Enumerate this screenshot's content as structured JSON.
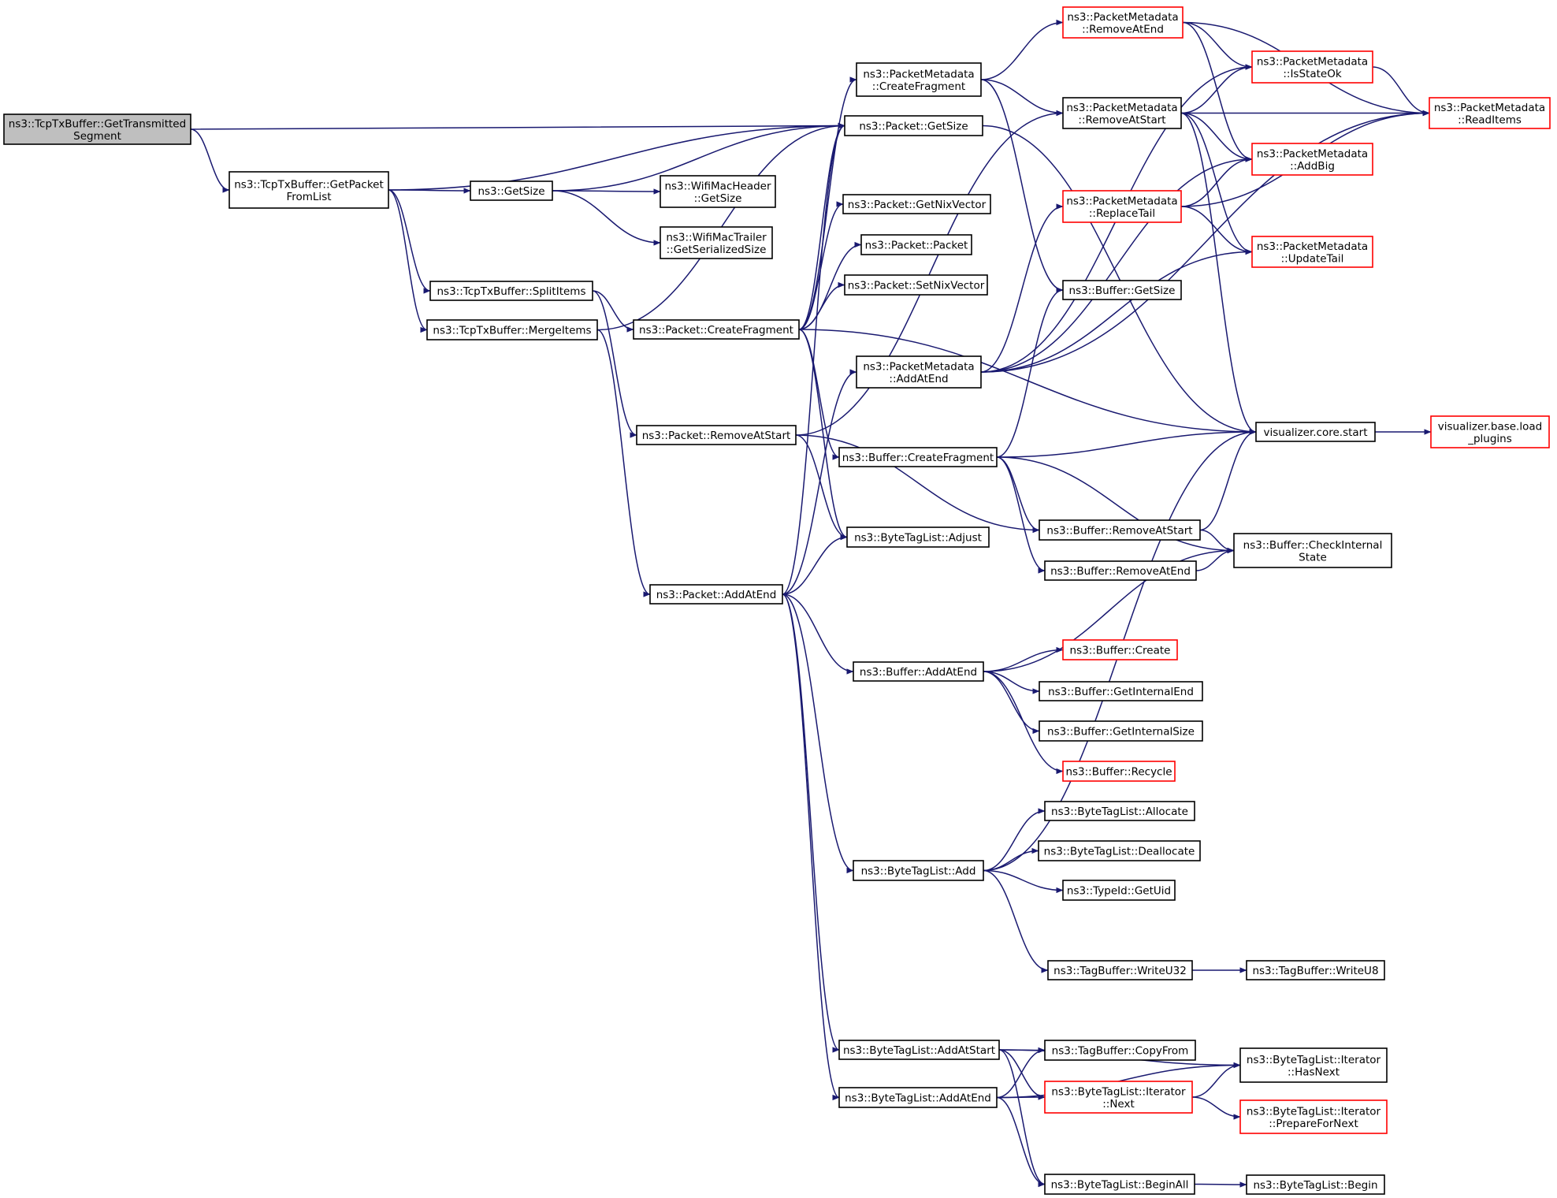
{
  "colors": {
    "edge": "#191970",
    "border_normal": "#000000",
    "border_truncated": "#ff0000",
    "root_fill": "#bfbfbf"
  },
  "nodes": [
    {
      "id": "n0",
      "lines": [
        "ns3::TcpTxBuffer::GetTransmitted",
        "Segment"
      ],
      "style": "root"
    },
    {
      "id": "n1",
      "lines": [
        "ns3::TcpTxBuffer::GetPacket",
        "FromList"
      ],
      "style": "normal"
    },
    {
      "id": "n2",
      "lines": [
        "ns3::Packet::GetSize"
      ],
      "style": "normal"
    },
    {
      "id": "n3",
      "lines": [
        "ns3::GetSize"
      ],
      "style": "normal"
    },
    {
      "id": "n4",
      "lines": [
        "ns3::WifiMacHeader",
        "::GetSize"
      ],
      "style": "normal"
    },
    {
      "id": "n5",
      "lines": [
        "ns3::WifiMacTrailer",
        "::GetSerializedSize"
      ],
      "style": "normal"
    },
    {
      "id": "n6",
      "lines": [
        "ns3::TcpTxBuffer::SplitItems"
      ],
      "style": "normal"
    },
    {
      "id": "n7",
      "lines": [
        "ns3::TcpTxBuffer::MergeItems"
      ],
      "style": "normal"
    },
    {
      "id": "n8",
      "lines": [
        "ns3::Packet::CreateFragment"
      ],
      "style": "normal"
    },
    {
      "id": "n9",
      "lines": [
        "ns3::Packet::RemoveAtStart"
      ],
      "style": "normal"
    },
    {
      "id": "n10",
      "lines": [
        "ns3::Packet::AddAtEnd"
      ],
      "style": "normal"
    },
    {
      "id": "n11",
      "lines": [
        "ns3::PacketMetadata",
        "::CreateFragment"
      ],
      "style": "normal"
    },
    {
      "id": "n12",
      "lines": [
        "ns3::Packet::GetNixVector"
      ],
      "style": "normal"
    },
    {
      "id": "n13",
      "lines": [
        "ns3::Packet::Packet"
      ],
      "style": "normal"
    },
    {
      "id": "n14",
      "lines": [
        "ns3::Packet::SetNixVector"
      ],
      "style": "normal"
    },
    {
      "id": "n15",
      "lines": [
        "ns3::PacketMetadata",
        "::AddAtEnd"
      ],
      "style": "normal"
    },
    {
      "id": "n16",
      "lines": [
        "ns3::Buffer::CreateFragment"
      ],
      "style": "normal"
    },
    {
      "id": "n17",
      "lines": [
        "ns3::ByteTagList::Adjust"
      ],
      "style": "normal"
    },
    {
      "id": "n18",
      "lines": [
        "ns3::PacketMetadata",
        "::RemoveAtEnd"
      ],
      "style": "red"
    },
    {
      "id": "n19",
      "lines": [
        "ns3::PacketMetadata",
        "::RemoveAtStart"
      ],
      "style": "normal"
    },
    {
      "id": "n20",
      "lines": [
        "ns3::PacketMetadata",
        "::ReplaceTail"
      ],
      "style": "red"
    },
    {
      "id": "n21",
      "lines": [
        "ns3::Buffer::GetSize"
      ],
      "style": "normal"
    },
    {
      "id": "n22",
      "lines": [
        "ns3::PacketMetadata",
        "::IsStateOk"
      ],
      "style": "red"
    },
    {
      "id": "n23",
      "lines": [
        "ns3::PacketMetadata",
        "::AddBig"
      ],
      "style": "red"
    },
    {
      "id": "n24",
      "lines": [
        "ns3::PacketMetadata",
        "::UpdateTail"
      ],
      "style": "red"
    },
    {
      "id": "n25",
      "lines": [
        "ns3::PacketMetadata",
        "::ReadItems"
      ],
      "style": "red"
    },
    {
      "id": "n26",
      "lines": [
        "visualizer.core.start"
      ],
      "style": "normal"
    },
    {
      "id": "n27",
      "lines": [
        "visualizer.base.load",
        "_plugins"
      ],
      "style": "red"
    },
    {
      "id": "n28",
      "lines": [
        "ns3::Buffer::RemoveAtStart"
      ],
      "style": "normal"
    },
    {
      "id": "n29",
      "lines": [
        "ns3::Buffer::RemoveAtEnd"
      ],
      "style": "normal"
    },
    {
      "id": "n30",
      "lines": [
        "ns3::Buffer::CheckInternal",
        "State"
      ],
      "style": "normal"
    },
    {
      "id": "n31",
      "lines": [
        "ns3::Buffer::AddAtEnd"
      ],
      "style": "normal"
    },
    {
      "id": "n32",
      "lines": [
        "ns3::Buffer::Create"
      ],
      "style": "red"
    },
    {
      "id": "n33",
      "lines": [
        "ns3::Buffer::GetInternalEnd"
      ],
      "style": "normal"
    },
    {
      "id": "n34",
      "lines": [
        "ns3::Buffer::GetInternalSize"
      ],
      "style": "normal"
    },
    {
      "id": "n35",
      "lines": [
        "ns3::Buffer::Recycle"
      ],
      "style": "red"
    },
    {
      "id": "n36",
      "lines": [
        "ns3::ByteTagList::Add"
      ],
      "style": "normal"
    },
    {
      "id": "n37",
      "lines": [
        "ns3::ByteTagList::Allocate"
      ],
      "style": "normal"
    },
    {
      "id": "n38",
      "lines": [
        "ns3::ByteTagList::Deallocate"
      ],
      "style": "normal"
    },
    {
      "id": "n39",
      "lines": [
        "ns3::TypeId::GetUid"
      ],
      "style": "normal"
    },
    {
      "id": "n40",
      "lines": [
        "ns3::TagBuffer::WriteU32"
      ],
      "style": "normal"
    },
    {
      "id": "n41",
      "lines": [
        "ns3::TagBuffer::WriteU8"
      ],
      "style": "normal"
    },
    {
      "id": "n42",
      "lines": [
        "ns3::ByteTagList::AddAtStart"
      ],
      "style": "normal"
    },
    {
      "id": "n43",
      "lines": [
        "ns3::ByteTagList::AddAtEnd"
      ],
      "style": "normal"
    },
    {
      "id": "n44",
      "lines": [
        "ns3::TagBuffer::CopyFrom"
      ],
      "style": "normal"
    },
    {
      "id": "n45",
      "lines": [
        "ns3::ByteTagList::Iterator",
        "::Next"
      ],
      "style": "red"
    },
    {
      "id": "n46",
      "lines": [
        "ns3::ByteTagList::Iterator",
        "::HasNext"
      ],
      "style": "normal"
    },
    {
      "id": "n47",
      "lines": [
        "ns3::ByteTagList::Iterator",
        "::PrepareForNext"
      ],
      "style": "red"
    },
    {
      "id": "n48",
      "lines": [
        "ns3::ByteTagList::BeginAll"
      ],
      "style": "normal"
    },
    {
      "id": "n49",
      "lines": [
        "ns3::ByteTagList::Begin"
      ],
      "style": "normal"
    }
  ],
  "edges": [
    [
      "n0",
      "n2"
    ],
    [
      "n0",
      "n1"
    ],
    [
      "n1",
      "n2"
    ],
    [
      "n1",
      "n3"
    ],
    [
      "n1",
      "n6"
    ],
    [
      "n1",
      "n7"
    ],
    [
      "n3",
      "n2"
    ],
    [
      "n3",
      "n4"
    ],
    [
      "n3",
      "n5"
    ],
    [
      "n6",
      "n8"
    ],
    [
      "n6",
      "n9"
    ],
    [
      "n7",
      "n2"
    ],
    [
      "n7",
      "n10"
    ],
    [
      "n8",
      "n11"
    ],
    [
      "n8",
      "n2"
    ],
    [
      "n8",
      "n12"
    ],
    [
      "n8",
      "n13"
    ],
    [
      "n8",
      "n14"
    ],
    [
      "n8",
      "n16"
    ],
    [
      "n8",
      "n17"
    ],
    [
      "n8",
      "n26"
    ],
    [
      "n9",
      "n19"
    ],
    [
      "n9",
      "n28"
    ],
    [
      "n9",
      "n17"
    ],
    [
      "n10",
      "n2"
    ],
    [
      "n10",
      "n15"
    ],
    [
      "n10",
      "n17"
    ],
    [
      "n10",
      "n31"
    ],
    [
      "n10",
      "n36"
    ],
    [
      "n10",
      "n42"
    ],
    [
      "n10",
      "n43"
    ],
    [
      "n11",
      "n18"
    ],
    [
      "n11",
      "n19"
    ],
    [
      "n11",
      "n21"
    ],
    [
      "n2",
      "n26"
    ],
    [
      "n15",
      "n22"
    ],
    [
      "n15",
      "n23"
    ],
    [
      "n15",
      "n20"
    ],
    [
      "n15",
      "n24"
    ],
    [
      "n15",
      "n25"
    ],
    [
      "n16",
      "n21"
    ],
    [
      "n16",
      "n26"
    ],
    [
      "n16",
      "n28"
    ],
    [
      "n16",
      "n29"
    ],
    [
      "n16",
      "n30"
    ],
    [
      "n18",
      "n22"
    ],
    [
      "n18",
      "n23"
    ],
    [
      "n18",
      "n25"
    ],
    [
      "n19",
      "n22"
    ],
    [
      "n19",
      "n25"
    ],
    [
      "n19",
      "n23"
    ],
    [
      "n19",
      "n24"
    ],
    [
      "n19",
      "n26"
    ],
    [
      "n20",
      "n23"
    ],
    [
      "n20",
      "n24"
    ],
    [
      "n20",
      "n25"
    ],
    [
      "n22",
      "n25"
    ],
    [
      "n26",
      "n27"
    ],
    [
      "n28",
      "n26"
    ],
    [
      "n28",
      "n30"
    ],
    [
      "n29",
      "n30"
    ],
    [
      "n31",
      "n30"
    ],
    [
      "n31",
      "n32"
    ],
    [
      "n31",
      "n33"
    ],
    [
      "n31",
      "n34"
    ],
    [
      "n31",
      "n35"
    ],
    [
      "n36",
      "n37"
    ],
    [
      "n36",
      "n38"
    ],
    [
      "n36",
      "n39"
    ],
    [
      "n36",
      "n40"
    ],
    [
      "n36",
      "n26"
    ],
    [
      "n40",
      "n41"
    ],
    [
      "n42",
      "n46"
    ],
    [
      "n42",
      "n44"
    ],
    [
      "n42",
      "n45"
    ],
    [
      "n42",
      "n48"
    ],
    [
      "n43",
      "n44"
    ],
    [
      "n43",
      "n45"
    ],
    [
      "n43",
      "n46"
    ],
    [
      "n43",
      "n48"
    ],
    [
      "n45",
      "n46"
    ],
    [
      "n45",
      "n47"
    ],
    [
      "n48",
      "n49"
    ]
  ]
}
